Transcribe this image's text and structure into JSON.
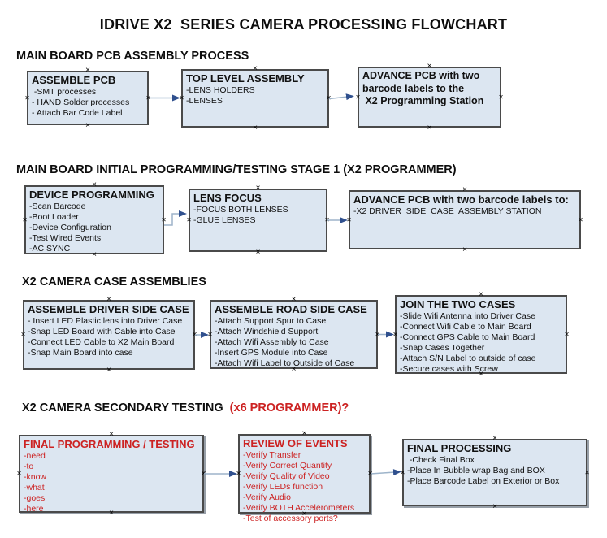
{
  "title": "IDRIVE X2  SERIES CAMERA PROCESSING FLOWCHART",
  "colors": {
    "box_fill": "#dce6f1",
    "box_border": "#4a4a4a",
    "red_text": "#cc2222",
    "connector_line": "#9eb4ca",
    "connector_arrow": "#30508e"
  },
  "sections": [
    {
      "heading": "MAIN BOARD PCB ASSEMBLY PROCESS",
      "boxes": [
        {
          "title": "ASSEMBLE PCB",
          "items": [
            " -SMT processes",
            "- HAND Solder processes",
            "- Attach Bar Code Label"
          ]
        },
        {
          "title": "TOP LEVEL ASSEMBLY",
          "items": [
            "-LENS HOLDERS",
            "-LENSES"
          ]
        },
        {
          "title_lines": [
            "ADVANCE PCB with two",
            "barcode labels to the",
            " X2 Programming Station"
          ]
        }
      ]
    },
    {
      "heading": "MAIN BOARD INITIAL PROGRAMMING/TESTING STAGE 1 (X2 PROGRAMMER)",
      "boxes": [
        {
          "title": "DEVICE PROGRAMMING",
          "items": [
            "-Scan Barcode",
            "-Boot Loader",
            "-Device Configuration",
            "-Test Wired Events",
            "-AC SYNC"
          ]
        },
        {
          "title": "LENS FOCUS",
          "items": [
            "-FOCUS BOTH LENSES",
            "-GLUE LENSES"
          ]
        },
        {
          "title": "ADVANCE PCB with two barcode labels to:",
          "items": [
            "-X2 DRIVER  SIDE  CASE  ASSEMBLY STATION"
          ]
        }
      ]
    },
    {
      "heading": "X2 CAMERA CASE ASSEMBLIES",
      "boxes": [
        {
          "title": "ASSEMBLE DRIVER SIDE CASE",
          "items": [
            "- Insert LED Plastic lens into Driver Case",
            "-Snap LED Board with Cable into Case",
            "-Connect LED Cable to X2 Main Board",
            "-Snap Main Board into case"
          ]
        },
        {
          "title": "ASSEMBLE ROAD SIDE CASE",
          "items": [
            "-Attach Support Spur to Case",
            "-Attach Windshield Support",
            "-Attach Wifi Assembly to Case",
            "-Insert GPS Module into Case",
            "-Attach Wifi Label to Outside of Case"
          ]
        },
        {
          "title": "JOIN THE TWO CASES",
          "items": [
            "-Slide Wifi Antenna into Driver Case",
            "-Connect Wifi Cable to Main Board",
            "-Connect GPS Cable to Main Board",
            "-Snap Cases Together",
            "-Attach S/N Label to outside of case",
            "-Secure cases with Screw"
          ]
        }
      ]
    },
    {
      "heading": "X2 CAMERA SECONDARY TESTING  ",
      "heading_red": "(x6 PROGRAMMER)?",
      "boxes": [
        {
          "title": "FINAL PROGRAMMING / TESTING",
          "items": [
            "-need",
            "-to",
            "-know",
            "-what",
            "-goes",
            "-here"
          ]
        },
        {
          "title": "REVIEW OF EVENTS",
          "items": [
            "-Verify Transfer",
            "-Verify Correct Quantity",
            "-Verify Quality of Video",
            "-Verify LEDs function",
            "-Verify Audio",
            "-Verify BOTH Accelerometers",
            "-Test of accessory ports?"
          ]
        },
        {
          "title": "FINAL PROCESSING",
          "items": [
            " -Check Final Box",
            "-Place In Bubble wrap Bag and BOX",
            "-Place Barcode Label on Exterior or Box"
          ]
        }
      ]
    }
  ]
}
